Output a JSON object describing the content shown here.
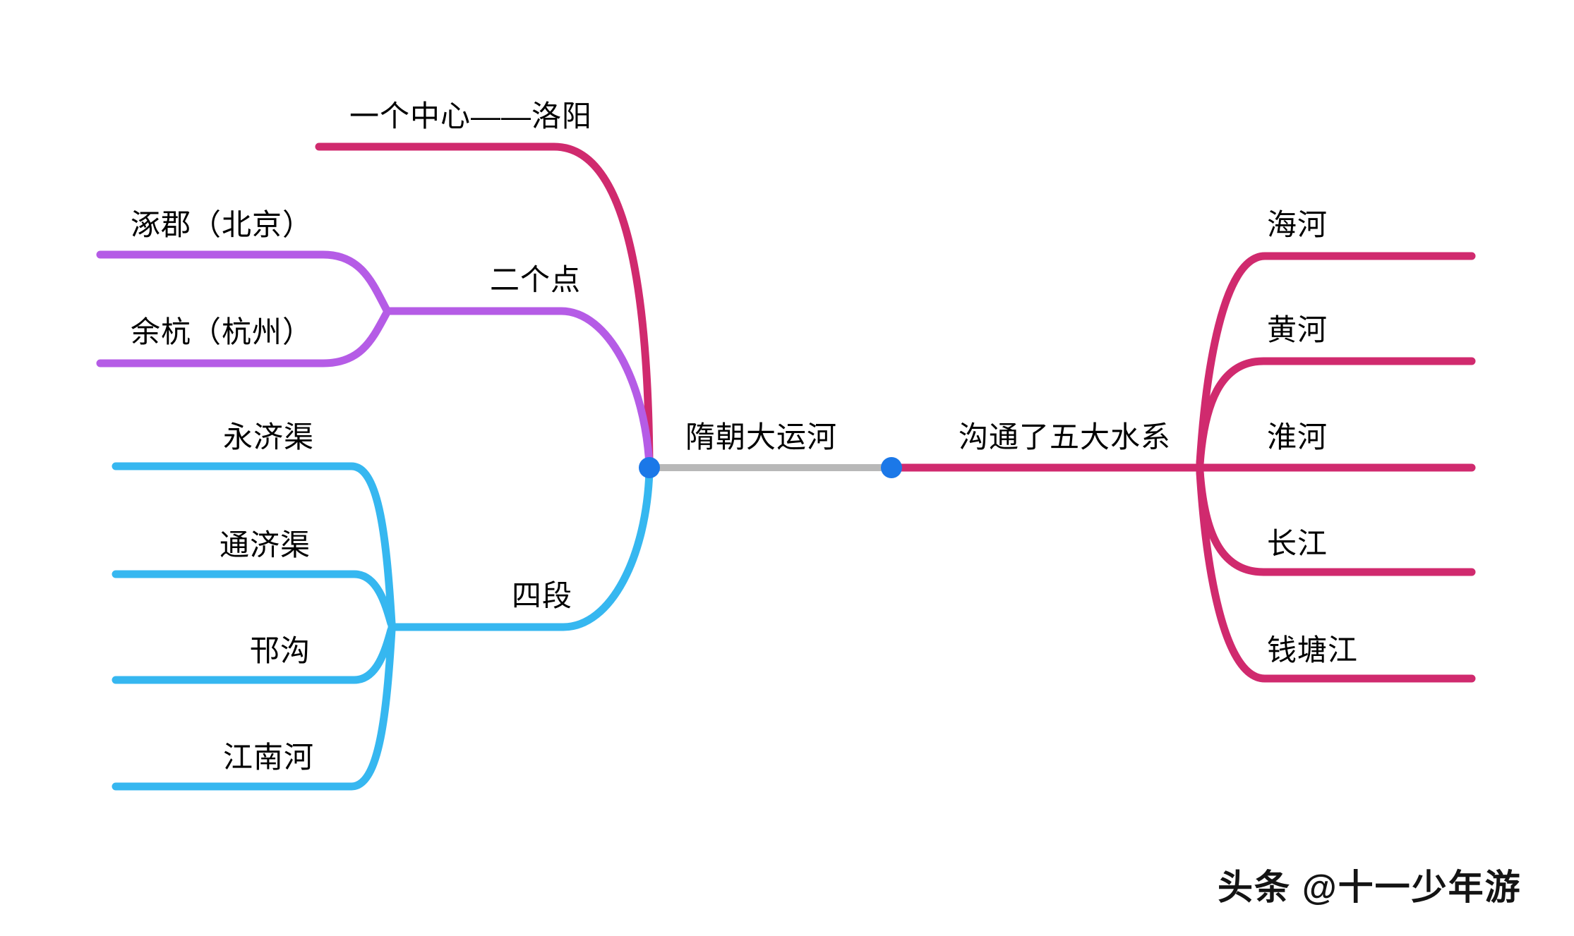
{
  "colors": {
    "crimson": "#d02a6e",
    "purple": "#b55ce6",
    "cyan": "#36b7f0",
    "gray": "#b8b8b8",
    "node_blue": "#1b78e8"
  },
  "mindmap": {
    "root_label": "隋朝大运河",
    "right_node_label": "沟通了五大水系",
    "center_branch_label": "一个中心——洛阳",
    "points_branch_label": "二个点",
    "points": [
      {
        "label": "涿郡（北京）"
      },
      {
        "label": "余杭（杭州）"
      }
    ],
    "sections_branch_label": "四段",
    "sections": [
      {
        "label": "永济渠"
      },
      {
        "label": "通济渠"
      },
      {
        "label": "邗沟"
      },
      {
        "label": "江南河"
      }
    ],
    "rivers": [
      {
        "label": "海河"
      },
      {
        "label": "黄河"
      },
      {
        "label": "淮河"
      },
      {
        "label": "长江"
      },
      {
        "label": "钱塘江"
      }
    ]
  },
  "watermark": "头条 @十一少年游"
}
